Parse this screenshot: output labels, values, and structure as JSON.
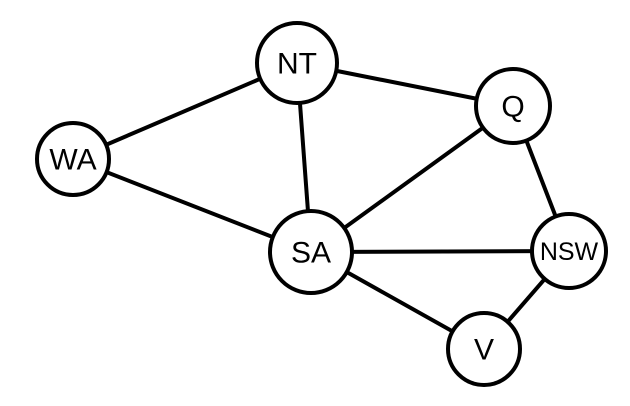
{
  "diagram": {
    "type": "graph",
    "nodes": [
      {
        "id": "WA",
        "label": "WA"
      },
      {
        "id": "NT",
        "label": "NT"
      },
      {
        "id": "SA",
        "label": "SA"
      },
      {
        "id": "Q",
        "label": "Q"
      },
      {
        "id": "NSW",
        "label": "NSW"
      },
      {
        "id": "V",
        "label": "V"
      }
    ],
    "edges": [
      [
        "WA",
        "NT"
      ],
      [
        "WA",
        "SA"
      ],
      [
        "NT",
        "SA"
      ],
      [
        "NT",
        "Q"
      ],
      [
        "SA",
        "Q"
      ],
      [
        "SA",
        "NSW"
      ],
      [
        "SA",
        "V"
      ],
      [
        "Q",
        "NSW"
      ],
      [
        "NSW",
        "V"
      ]
    ],
    "colors": {
      "stroke": "#000000",
      "fill": "#ffffff",
      "text": "#000000"
    }
  }
}
